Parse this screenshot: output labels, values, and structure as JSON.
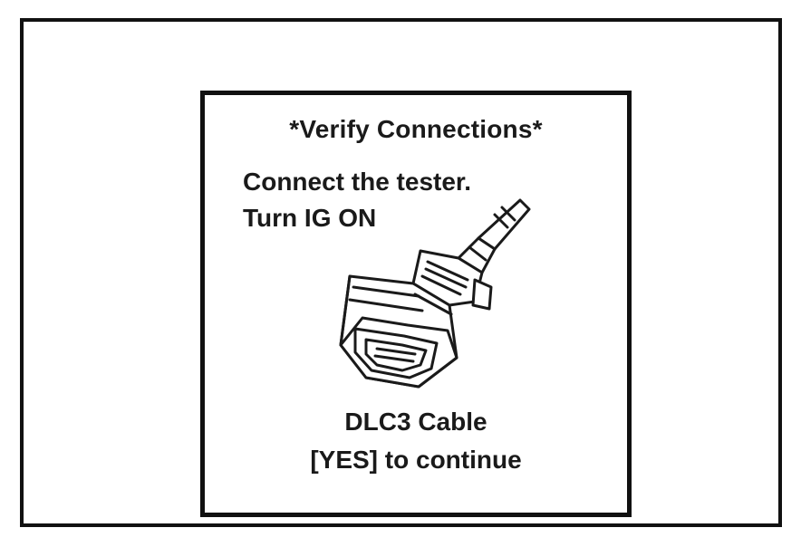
{
  "dialog": {
    "title": "*Verify Connections*",
    "instruction_line1": "Connect the tester.",
    "instruction_line2": "Turn IG ON",
    "cable_label": "DLC3 Cable",
    "prompt": "[YES] to continue"
  },
  "illustration": {
    "icon": "dlc3-connector-icon"
  }
}
